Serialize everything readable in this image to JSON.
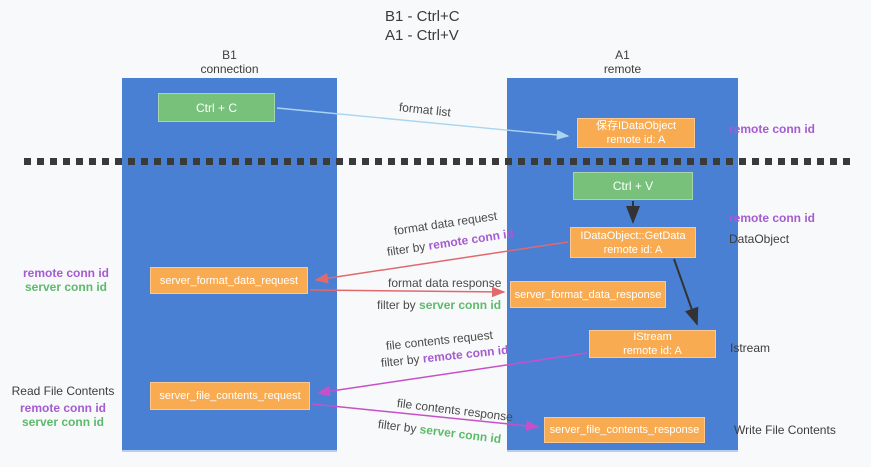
{
  "title": {
    "line1": "B1 - Ctrl+C",
    "line2": "A1 - Ctrl+V"
  },
  "lanes": {
    "left": {
      "name": "B1",
      "role": "connection"
    },
    "right": {
      "name": "A1",
      "role": "remote"
    }
  },
  "boxes": {
    "ctrl_c": "Ctrl + C",
    "ctrl_v": "Ctrl + V",
    "save_idataobject": {
      "line1": "保存IDataObject",
      "line2": "remote id: A"
    },
    "getdata": {
      "line1": "IDataObject::GetData",
      "line2": "remote id: A"
    },
    "istream": {
      "line1": "IStream",
      "line2": "remote id: A"
    },
    "server_format_data_request": "server_format_data_request",
    "server_format_data_response": "server_format_data_response",
    "server_file_contents_request": "server_file_contents_request",
    "server_file_contents_response": "server_file_contents_response"
  },
  "arrow_labels": {
    "format_list": "format list",
    "format_data_request": "format data request",
    "format_data_response": "format data response",
    "file_contents_request": "file contents request",
    "file_contents_response": "file contents response",
    "filter_by": "filter by ",
    "remote_conn_id": "remote conn id",
    "server_conn_id": "server conn id"
  },
  "side_labels": {
    "remote_conn_id": "remote conn id",
    "server_conn_id": "server conn id",
    "dataobject": "DataObject",
    "istream": "Istream",
    "read_file_contents": "Read File Contents",
    "write_file_contents": "Write File Contents"
  },
  "colors": {
    "lane_blue": "#4a80d4",
    "box_orange": "#f9ab51",
    "box_green": "#77c17b",
    "arrow_blue": "#a9d5f2",
    "arrow_red": "#e0696e",
    "arrow_magenta": "#c750c8",
    "arrow_black": "#333333",
    "text_purple": "#a55bd1",
    "text_green": "#5cba6b",
    "text_dark": "#3d3d3d",
    "background": "#f8f9fa"
  }
}
